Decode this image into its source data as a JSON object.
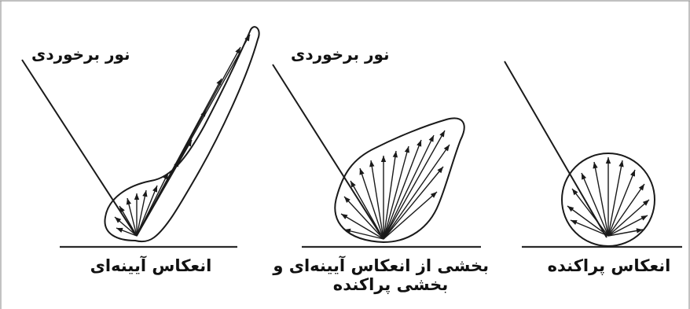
{
  "labels": {
    "incident_light_left": "نور برخوردی",
    "incident_light_middle": "نور برخوردی"
  },
  "captions": {
    "specular": "انعکاس آیینه‌ای",
    "mixed_line1": "بخشی از انعکاس آیینه‌ای و",
    "mixed_line2": "بخشی  پراکنده",
    "diffuse": "انعکاس پراکنده"
  },
  "colors": {
    "ink": "#1a1a1a",
    "frame": "#9a9a9a"
  }
}
